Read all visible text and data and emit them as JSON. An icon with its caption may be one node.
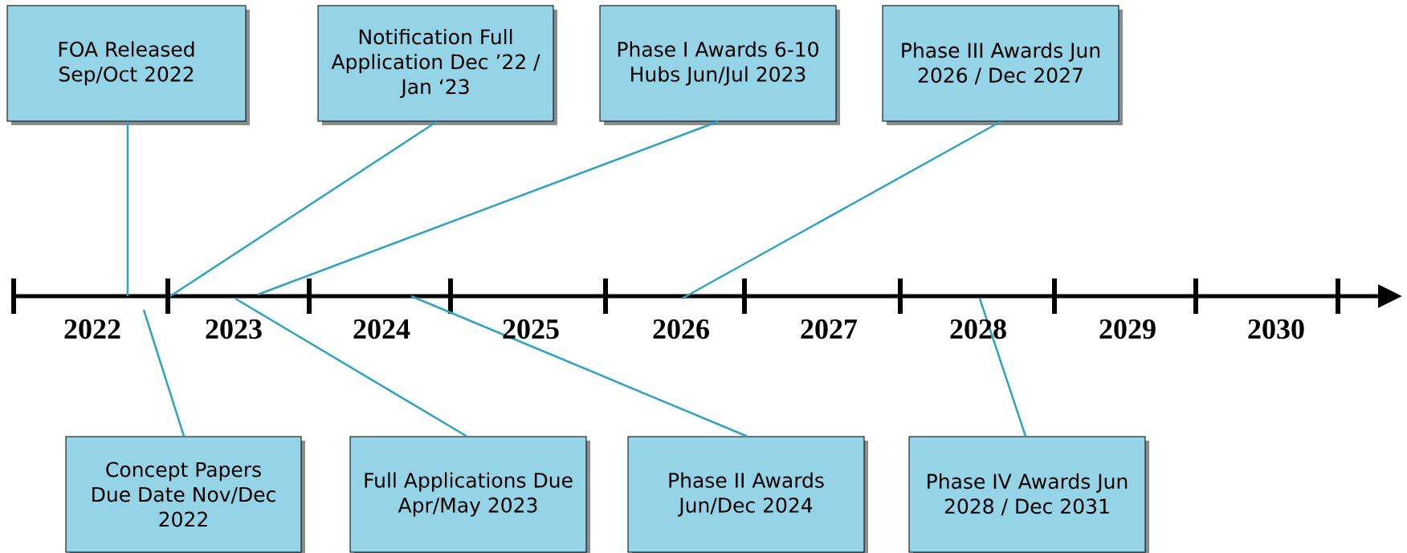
{
  "diagram": {
    "nodes": [
      {
        "text": [
          "FOA Released Sep/Oct 2022"
        ]
      },
      {
        "text": [
          "Notification Full Application Dec ’22 / Jan ‘23"
        ]
      },
      {
        "text": [
          "Phase I Awards 6-10 Hubs Jun/Jul 2023"
        ]
      },
      {
        "text": [
          "Phase III Awards Jun 2026 / Dec 2027"
        ]
      },
      {
        "text": [
          "Concept Papers Due Date Nov/Dec 2022"
        ]
      },
      {
        "text": [
          "Full Applications Due Apr/May 2023"
        ]
      },
      {
        "text": [
          "Phase II Awards Jun/Dec 2024"
        ]
      },
      {
        "text": [
          "Phase IV Awards Jun 2028 / Dec 2031"
        ]
      }
    ],
    "edges": [
      {
        "from": 0,
        "to": null,
        "arrow": "none"
      },
      {
        "from": 1,
        "to": null,
        "arrow": "none"
      },
      {
        "from": 2,
        "to": null,
        "arrow": "none"
      },
      {
        "from": 3,
        "to": null,
        "arrow": "none"
      },
      {
        "from": 4,
        "to": null,
        "arrow": "none"
      },
      {
        "from": 5,
        "to": null,
        "arrow": "none"
      },
      {
        "from": 6,
        "to": null,
        "arrow": "none"
      },
      {
        "from": 7,
        "to": null,
        "arrow": "none"
      }
    ],
    "labels": [
      "2022",
      "2023",
      "2024",
      "2025",
      "2026",
      "2027",
      "2028",
      "2029",
      "2030"
    ]
  }
}
